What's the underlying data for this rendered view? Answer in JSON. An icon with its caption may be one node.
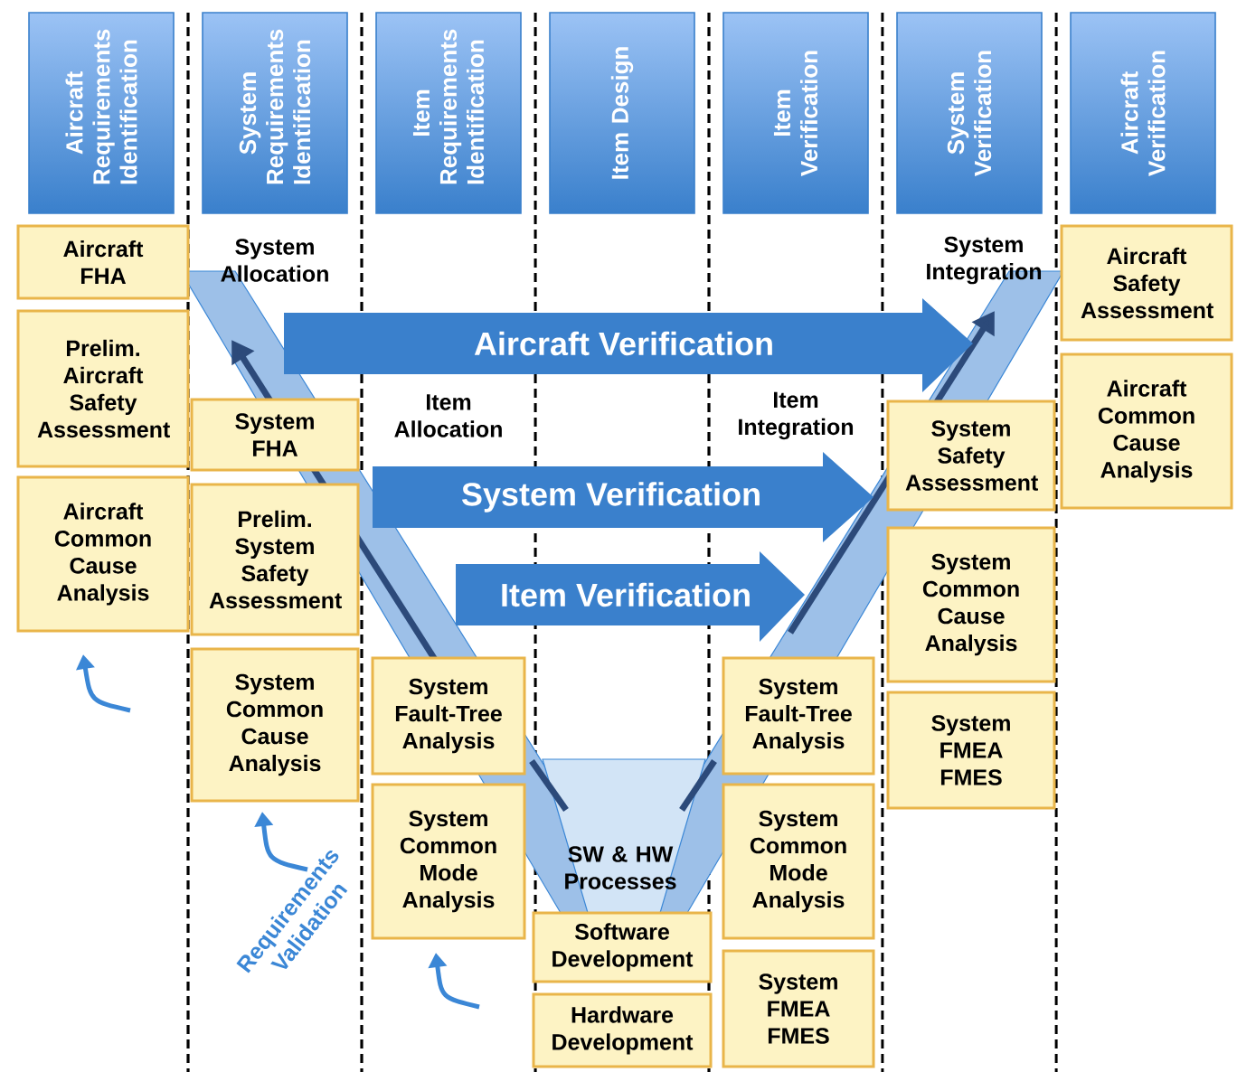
{
  "diagram": {
    "nodes": [
      {
        "text": [
          "Aircraft Requirements Identification"
        ]
      },
      {
        "text": [
          "System Requirements Identification"
        ]
      },
      {
        "text": [
          "Item Requirements Identification"
        ]
      },
      {
        "text": [
          "Item Design"
        ]
      },
      {
        "text": [
          "Item Verification"
        ]
      },
      {
        "text": [
          "System Verification"
        ]
      },
      {
        "text": [
          "Aircraft Verification"
        ]
      },
      {
        "text": [
          "Aircraft FHA"
        ]
      },
      {
        "text": [
          "Prelim. Aircraft Safety Assessment"
        ]
      },
      {
        "text": [
          "Aircraft Common Cause Analysis"
        ]
      },
      {
        "text": [
          "System FHA"
        ]
      },
      {
        "text": [
          "Prelim. System Safety Assessment"
        ]
      },
      {
        "text": [
          "System Common Cause Analysis"
        ]
      },
      {
        "text": [
          "System Fault-Tree Analysis"
        ]
      },
      {
        "text": [
          "System Common Mode Analysis"
        ]
      },
      {
        "text": [
          "Software Development"
        ]
      },
      {
        "text": [
          "Hardware Development"
        ]
      },
      {
        "text": [
          "System Fault-Tree Analysis"
        ]
      },
      {
        "text": [
          "System Common Mode Analysis"
        ]
      },
      {
        "text": [
          "System FMEA FMES"
        ]
      },
      {
        "text": [
          "System Safety Assessment"
        ]
      },
      {
        "text": [
          "System Common Cause Analysis"
        ]
      },
      {
        "text": [
          "System FMEA FMES"
        ]
      },
      {
        "text": [
          "Aircraft Safety Assessment"
        ]
      },
      {
        "text": [
          "Aircraft Common Cause Analysis"
        ]
      }
    ],
    "labels": [
      "System Allocation",
      "System Integration",
      "Aircraft Verification",
      "Item Allocation",
      "Item Integration",
      "System Verification",
      "Item Verification",
      "SW & HW Processes",
      "Requirements Validation"
    ]
  }
}
